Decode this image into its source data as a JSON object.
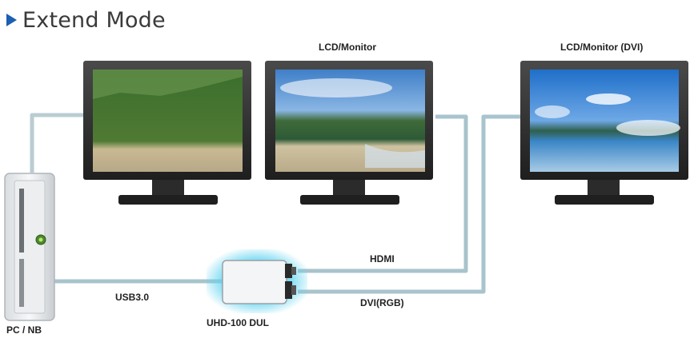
{
  "title": "Extend Mode",
  "labels": {
    "monitor2": "LCD/Monitor",
    "monitor3": "LCD/Monitor (DVI)",
    "hdmi": "HDMI",
    "dvi": "DVI(RGB)",
    "usb": "USB3.0",
    "adapter": "UHD-100 DUL",
    "pc": "PC / NB"
  },
  "colors": {
    "cable": "#a8c4cc",
    "adapter_glow": "#5fd3f0",
    "title_arrow": "#1a5fb4"
  }
}
